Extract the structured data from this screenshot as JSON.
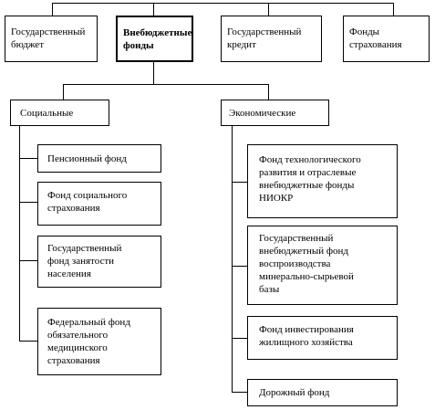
{
  "top_boxes": [
    {
      "label": "Государственный\nбюджет"
    },
    {
      "label": "Внебюджетные\nфонды"
    },
    {
      "label": "Государственный\nкредит"
    },
    {
      "label": "Фонды страхования"
    }
  ],
  "categories": {
    "social": "Социальные",
    "economic": "Экономические"
  },
  "social_funds": [
    {
      "label": "Пенсионный фонд"
    },
    {
      "label": "Фонд социального\nстрахования"
    },
    {
      "label": "Государственный\nфонд занятости\nнаселения"
    },
    {
      "label": "Федеральный фонд\nобязательного\nмедицинского\nстрахования"
    }
  ],
  "economic_funds": [
    {
      "label": "Фонд технологического\nразвития и отраслевые\nвнебюджетные фонды\nНИОКР"
    },
    {
      "label": "Государственный\nвнебюджетный фонд\nвоспроизводства\nминерально-сырьевой\nбазы"
    },
    {
      "label": "Фонд инвестирования\nжилищного хозяйства"
    },
    {
      "label": "Дорожный фонд"
    }
  ]
}
